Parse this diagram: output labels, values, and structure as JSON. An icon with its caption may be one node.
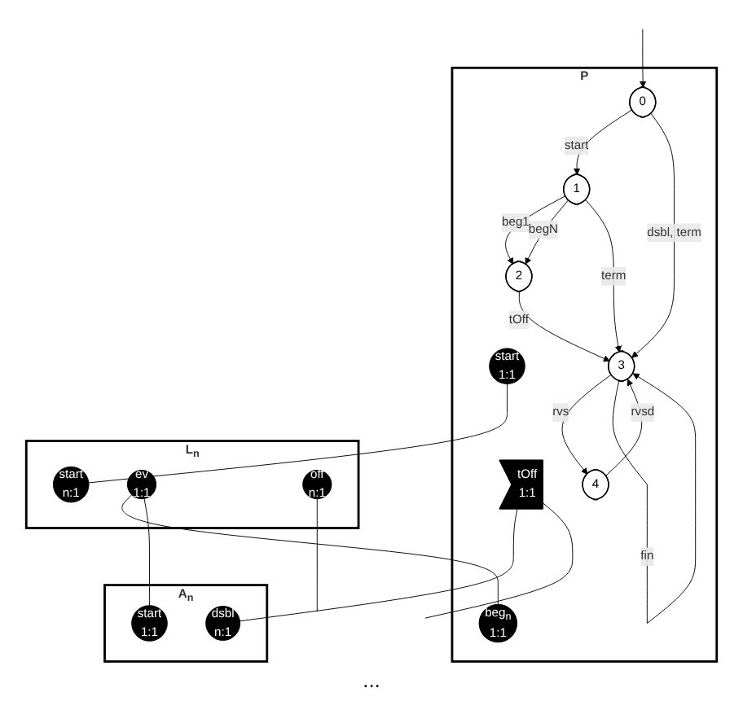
{
  "diagram": {
    "nodes": [
      {
        "text": [
          "P"
        ]
      },
      {
        "text": [
          "start",
          "1:1"
        ],
        "in": 0
      },
      {
        "text": [
          "beg$_{n}$",
          "1:1"
        ],
        "in": 0
      },
      {
        "text": [
          "tOff",
          "1:1"
        ],
        "in": 0
      },
      {
        "text": [
          "0"
        ],
        "in": 0
      },
      {
        "text": [
          "1"
        ],
        "in": 0
      },
      {
        "text": [
          "2"
        ],
        "in": 0
      },
      {
        "text": [
          "3"
        ],
        "in": 0
      },
      {
        "text": [
          "4"
        ],
        "in": 0
      },
      {
        "text": [
          "L$_{n}$"
        ]
      },
      {
        "text": [
          "start",
          "n:1"
        ],
        "in": 9
      },
      {
        "text": [
          "ev",
          "1:1"
        ],
        "in": 9
      },
      {
        "text": [
          "off",
          "n:1"
        ],
        "in": 9
      },
      {
        "text": [
          "A$_{n}$"
        ]
      },
      {
        "text": [
          "start",
          "1:1"
        ],
        "in": 13
      },
      {
        "text": [
          "dsbl",
          "n:1"
        ],
        "in": 13
      }
    ],
    "edges": [
      {
        "from": null,
        "to": 4,
        "arrow": "to"
      },
      {
        "from": 4,
        "to": 5,
        "label": "start",
        "arrow": "to"
      },
      {
        "from": 5,
        "to": 6,
        "label": "beg1",
        "arrow": "to"
      },
      {
        "from": 5,
        "to": 6,
        "label": "begN",
        "arrow": "to"
      },
      {
        "from": 5,
        "to": 7,
        "label": "term",
        "arrow": "to"
      },
      {
        "from": 4,
        "to": 7,
        "label": "dsbl, term",
        "arrow": "to"
      },
      {
        "from": 6,
        "to": 7,
        "label": "tOff",
        "arrow": "to"
      },
      {
        "from": 7,
        "to": 8,
        "label": "rvs",
        "arrow": "to"
      },
      {
        "from": 8,
        "to": 7,
        "label": "rvsd",
        "arrow": "to"
      },
      {
        "from": 7,
        "to": 7,
        "label": "fin",
        "arrow": "to"
      },
      {
        "from": 1,
        "to": 10,
        "arrow": "none"
      },
      {
        "from": 11,
        "to": 2,
        "arrow": "none"
      },
      {
        "from": 11,
        "to": 14,
        "arrow": "none"
      },
      {
        "from": 3,
        "to": 15,
        "arrow": "none"
      },
      {
        "from": 3,
        "to": null,
        "arrow": "none"
      },
      {
        "from": 12,
        "to": null,
        "arrow": "none"
      }
    ],
    "labels": [
      "..."
    ]
  }
}
